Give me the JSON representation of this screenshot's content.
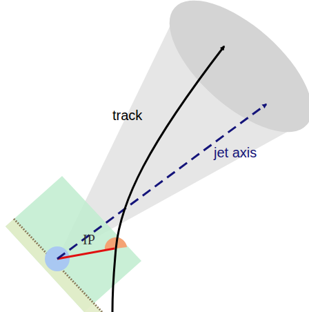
{
  "diagram": {
    "labels": [
      "track",
      "jet axis",
      "IP"
    ]
  }
}
